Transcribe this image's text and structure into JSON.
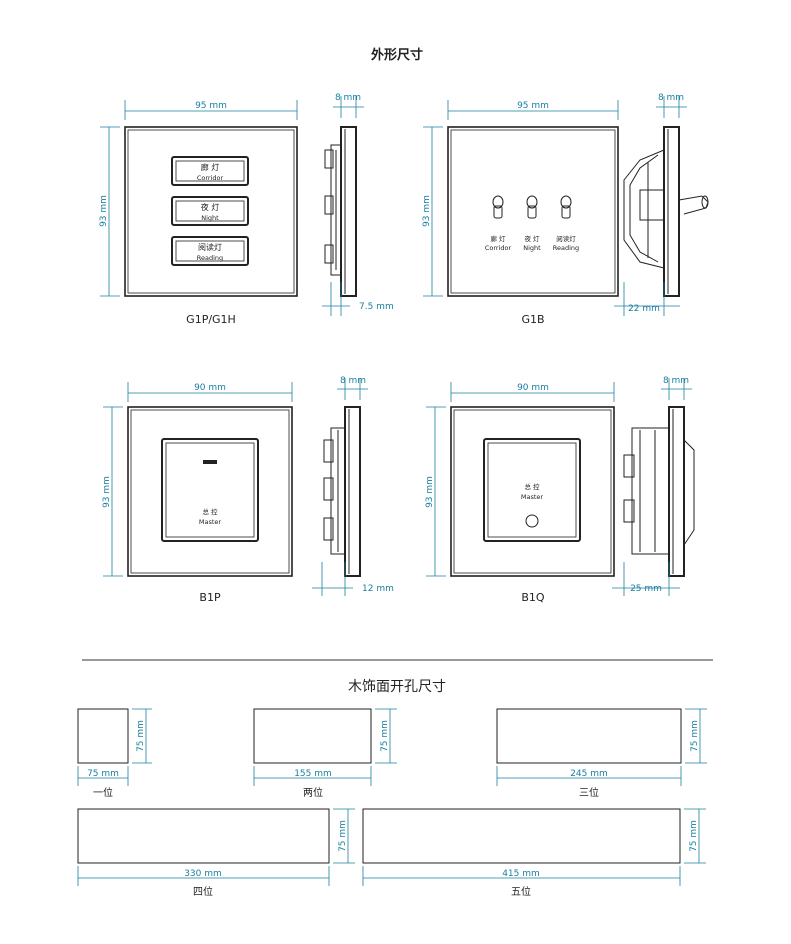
{
  "section1": {
    "title": "外形尺寸",
    "models": {
      "g1p": {
        "width": "95 mm",
        "height": "93 mm",
        "depth_top": "8 mm",
        "depth_bottom": "7.5 mm",
        "caption": "G1P/G1H",
        "buttons": [
          {
            "cn": "廊  灯",
            "en": "Corridor"
          },
          {
            "cn": "夜  灯",
            "en": "Night"
          },
          {
            "cn": "阅读灯",
            "en": "Reading"
          }
        ]
      },
      "g1b": {
        "width": "95 mm",
        "height": "93 mm",
        "depth_top": "8 mm",
        "depth_bottom": "22 mm",
        "caption": "G1B",
        "toggles": [
          {
            "cn": "廊  灯",
            "en": "Corridor"
          },
          {
            "cn": "夜  灯",
            "en": "Night"
          },
          {
            "cn": "阅读灯",
            "en": "Reading"
          }
        ]
      },
      "b1p": {
        "width": "90 mm",
        "height": "93 mm",
        "depth_top": "8 mm",
        "depth_bottom": "12 mm",
        "caption": "B1P",
        "cn": "总  控",
        "en": "Master"
      },
      "b1q": {
        "width": "90 mm",
        "height": "93 mm",
        "depth_top": "8 mm",
        "depth_bottom": "25 mm",
        "caption": "B1Q",
        "cn": "总  控",
        "en": "Master"
      }
    }
  },
  "section2": {
    "title": "木饰面开孔尺寸",
    "holes": [
      {
        "width": "75 mm",
        "height": "75 mm",
        "caption": "一位"
      },
      {
        "width": "155 mm",
        "height": "75 mm",
        "caption": "两位"
      },
      {
        "width": "245 mm",
        "height": "75 mm",
        "caption": "三位"
      },
      {
        "width": "330 mm",
        "height": "75 mm",
        "caption": "四位"
      },
      {
        "width": "415 mm",
        "height": "75 mm",
        "caption": "五位"
      }
    ]
  },
  "colors": {
    "dimension": "#1a7fa0",
    "line": "#222222"
  }
}
